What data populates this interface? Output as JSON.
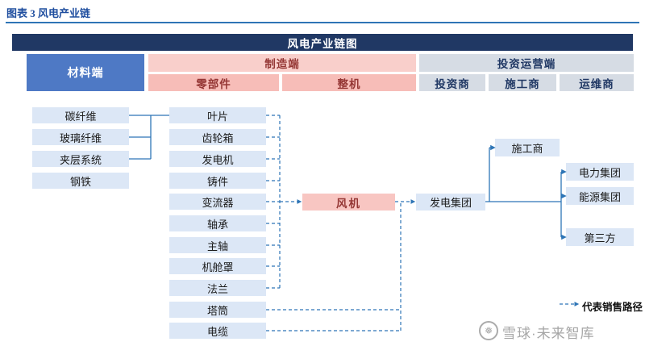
{
  "caption": "图表 3  风电产业链",
  "banner": {
    "title": "风电产业链图"
  },
  "headers": {
    "materials": "材料端",
    "manufacturing": "制造端",
    "components": "零部件",
    "whole_machine": "整机",
    "investment_ops": "投资运营端",
    "investor": "投资商",
    "constructor": "施工商",
    "operator": "运维商"
  },
  "materials_items": [
    "碳纤维",
    "玻璃纤维",
    "夹层系统",
    "钢铁"
  ],
  "component_items": [
    "叶片",
    "齿轮箱",
    "发电机",
    "铸件",
    "变流器",
    "轴承",
    "主轴",
    "机舱罩",
    "法兰",
    "塔筒",
    "电缆"
  ],
  "nodes": {
    "turbine": "风机",
    "power_group": "发电集团",
    "constructor": "施工商",
    "power_co": "电力集团",
    "energy_co": "能源集团",
    "third_party": "第三方"
  },
  "legend": {
    "text": "代表销售路径"
  },
  "watermark": {
    "text": "雪球·未来智库"
  },
  "colors": {
    "navy": "#203864",
    "materials_blue": "#4E79C5",
    "pink_band": "#F9CFCB",
    "pink_sub": "#F7BDB8",
    "pink_text": "#953735",
    "blue_gray": "#D6DCE4",
    "item_blue": "#DCE7F6",
    "line_blue": "#2E75B6",
    "caption_blue": "#1F4E9F",
    "watermark_gray": "#A6A6A6"
  }
}
